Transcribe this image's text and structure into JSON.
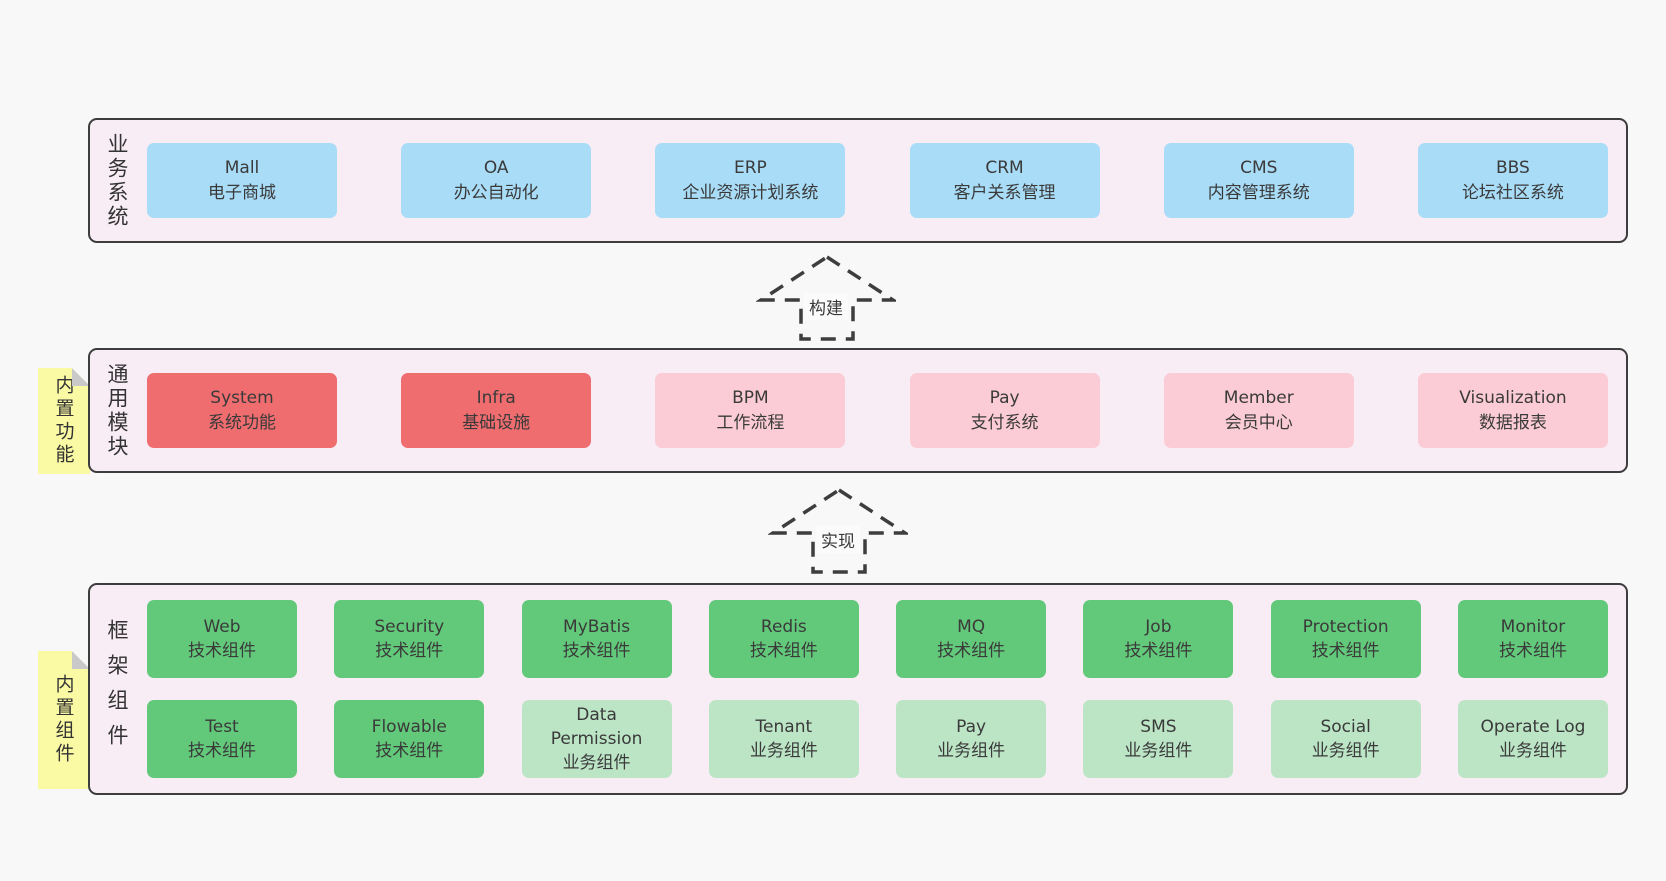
{
  "palette": {
    "page_bg": "#f8f8f8",
    "band_bg": "#f8edf5",
    "band_border": "#3d3d3d",
    "blue_node": "#a9dcf7",
    "red_node": "#ef6c6f",
    "pink_node": "#fbccd5",
    "green_node": "#62c87a",
    "light_green_node": "#bce5c6",
    "note_yellow": "#fafaa5",
    "note_fold_gray": "#c9c9c9",
    "text": "#3a3a3a"
  },
  "arrows": [
    {
      "label": "构建"
    },
    {
      "label": "实现"
    }
  ],
  "bands": [
    {
      "label": "业务系统",
      "boxes": [
        {
          "title": "Mall",
          "subtitle": "电子商城"
        },
        {
          "title": "OA",
          "subtitle": "办公自动化"
        },
        {
          "title": "ERP",
          "subtitle": "企业资源计划系统"
        },
        {
          "title": "CRM",
          "subtitle": "客户关系管理"
        },
        {
          "title": "CMS",
          "subtitle": "内容管理系统"
        },
        {
          "title": "BBS",
          "subtitle": "论坛社区系统"
        }
      ]
    },
    {
      "label": "通用模块",
      "note": "内置功能",
      "boxes": [
        {
          "title": "System",
          "subtitle": "系统功能"
        },
        {
          "title": "Infra",
          "subtitle": "基础设施"
        },
        {
          "title": "BPM",
          "subtitle": "工作流程"
        },
        {
          "title": "Pay",
          "subtitle": "支付系统"
        },
        {
          "title": "Member",
          "subtitle": "会员中心"
        },
        {
          "title": "Visualization",
          "subtitle": "数据报表"
        }
      ]
    },
    {
      "label": "框架组件",
      "note": "内置组件",
      "rows": [
        [
          {
            "title": "Web",
            "subtitle": "技术组件"
          },
          {
            "title": "Security",
            "subtitle": "技术组件"
          },
          {
            "title": "MyBatis",
            "subtitle": "技术组件"
          },
          {
            "title": "Redis",
            "subtitle": "技术组件"
          },
          {
            "title": "MQ",
            "subtitle": "技术组件"
          },
          {
            "title": "Job",
            "subtitle": "技术组件"
          },
          {
            "title": "Protection",
            "subtitle": "技术组件"
          },
          {
            "title": "Monitor",
            "subtitle": "技术组件"
          }
        ],
        [
          {
            "title": "Test",
            "subtitle": "技术组件"
          },
          {
            "title": "Flowable",
            "subtitle": "技术组件"
          },
          {
            "title": "Data Permission",
            "subtitle": "业务组件"
          },
          {
            "title": "Tenant",
            "subtitle": "业务组件"
          },
          {
            "title": "Pay",
            "subtitle": "业务组件"
          },
          {
            "title": "SMS",
            "subtitle": "业务组件"
          },
          {
            "title": "Social",
            "subtitle": "业务组件"
          },
          {
            "title": "Operate Log",
            "subtitle": "业务组件"
          }
        ]
      ]
    }
  ]
}
